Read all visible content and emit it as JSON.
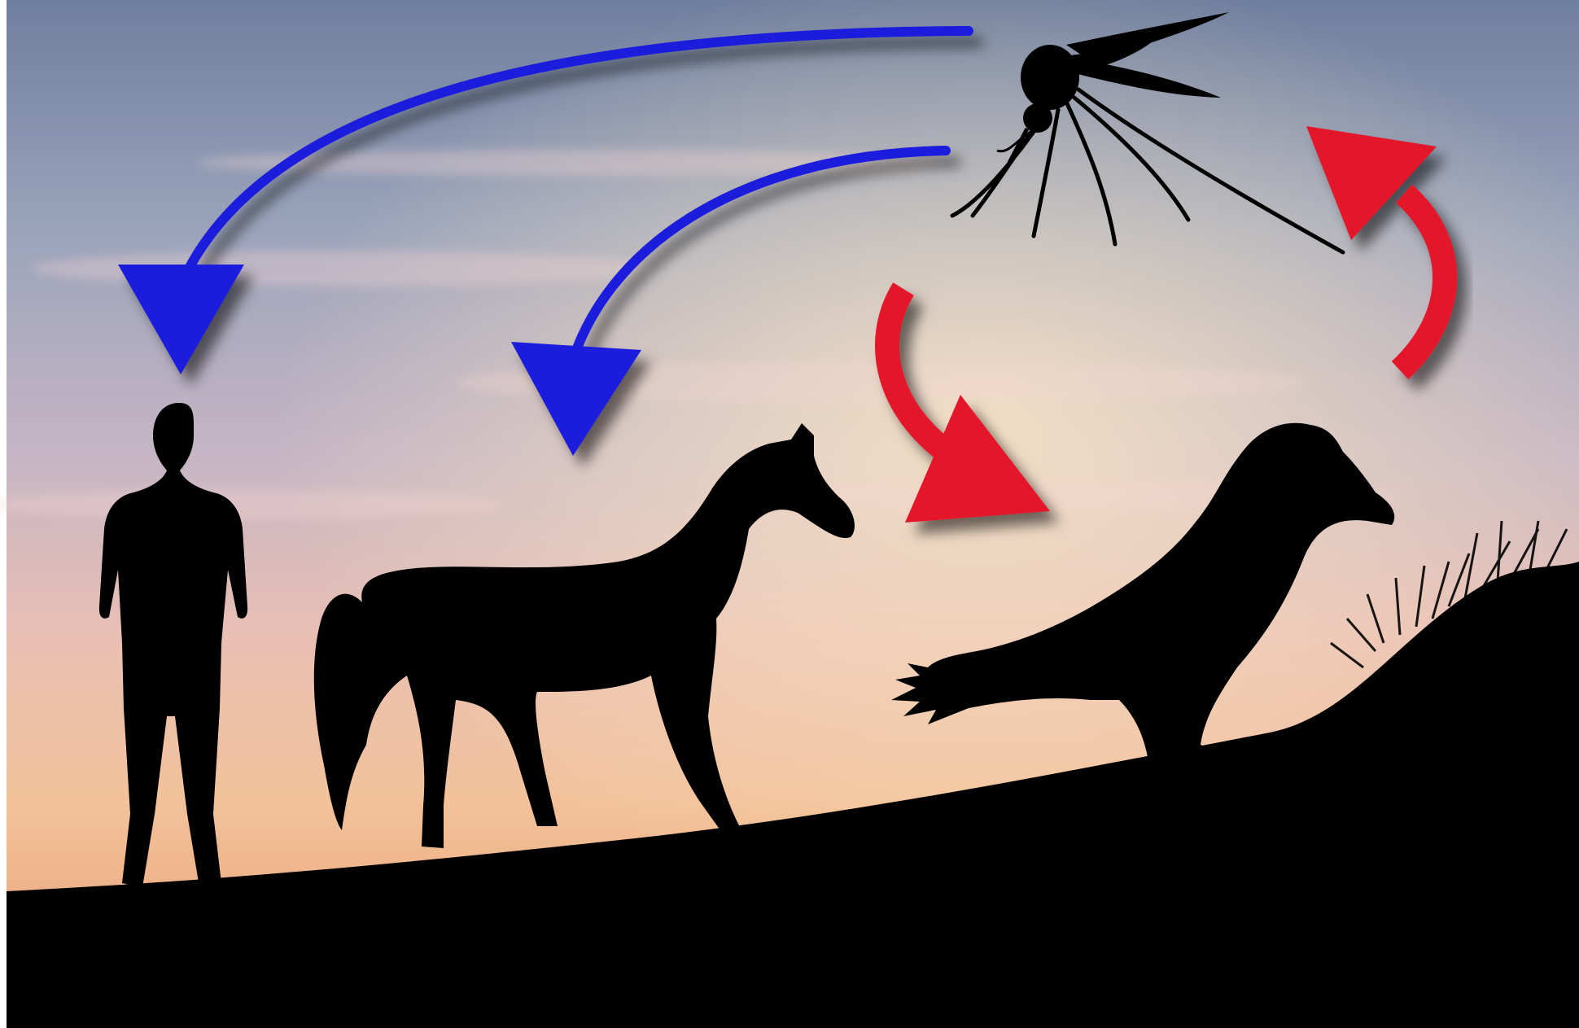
{
  "diagram": {
    "nodes": [
      {
        "id": "mosquito",
        "icon": "mosquito-icon"
      },
      {
        "id": "human",
        "icon": "human-icon"
      },
      {
        "id": "horse",
        "icon": "horse-icon"
      },
      {
        "id": "bird",
        "icon": "bird-icon"
      }
    ],
    "edges": [
      {
        "from": "mosquito",
        "to": "human",
        "color": "#1a1adc"
      },
      {
        "from": "mosquito",
        "to": "horse",
        "color": "#1a1adc"
      },
      {
        "from": "mosquito",
        "to": "bird",
        "color": "#e3142c"
      },
      {
        "from": "bird",
        "to": "mosquito",
        "color": "#e3142c"
      }
    ]
  },
  "colors": {
    "transmission_arrow": "#1a1adc",
    "cycle_arrow": "#e3142c",
    "silhouette": "#000000"
  }
}
